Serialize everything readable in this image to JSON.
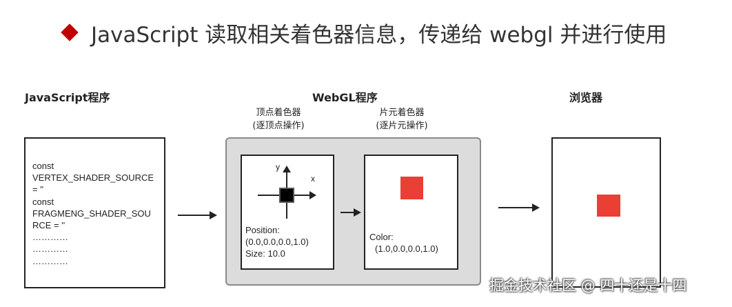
{
  "title": "JavaScript 读取相关着色器信息，传递给 webgl 并进行使用",
  "columns": {
    "js": "JavaScript程序",
    "webgl": "WebGL程序",
    "browser": "浏览器"
  },
  "vertex_shader": {
    "heading": "顶点着色器",
    "subheading": "(逐顶点操作)",
    "axis_y": "y",
    "axis_x": "x",
    "position_label": "Position:",
    "position_value": "(0.0,0.0,0.0,1.0)",
    "size": "Size: 10.0"
  },
  "fragment_shader": {
    "heading": "片元着色器",
    "subheading": "(逐片元操作)",
    "color_label": "Color:",
    "color_value": "(1.0,0.0,0.0,1.0)"
  },
  "js_code": [
    "const",
    "VERTEX_SHADER_SOURCE",
    "= ''",
    "const",
    "FRAGMENG_SHADER_SOU",
    "RCE = ''",
    "…………",
    "…………",
    "…………"
  ],
  "colors": {
    "bullet": "#c00000",
    "square": "#ea3f35",
    "frame_bg": "#dcdcdc"
  },
  "watermark": "掘金技术社区 @ 四十还是十四"
}
